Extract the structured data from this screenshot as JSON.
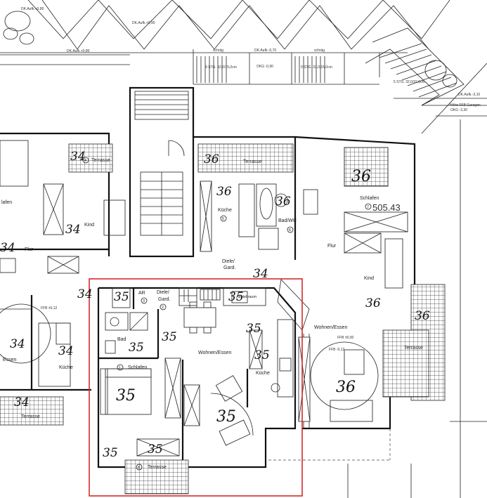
{
  "colors": {
    "highlight": "#d42a2a",
    "line": "#111111",
    "paper": "#ffffff"
  },
  "top": {
    "level_1": "DK.Aufk.+0,80",
    "level_2": "DK.Aufk.+0,90",
    "level_3": "DK.Aufk.+0,80",
    "slope_1": "schräg",
    "level_4": "DK.Aufk.-0,70",
    "slope_2": "schräg",
    "stairs_1": "9 STG. 32,0/15,0cm",
    "level_5": "OKG -0,90",
    "stairs_2": "9 STG. 32,0/15,0cm",
    "stairs_3": "5 STG. 32,0/15,0cm",
    "level_6": "DK.Aufk.-3,10",
    "level_7": "Höhe FFB Garagen",
    "level_8": "OKG -3,30"
  },
  "rooms": {
    "terrasse_a": "Terrasse",
    "terrasse_b": "Terrasse",
    "schlafen_left": "lafen",
    "kind_left": "Kind",
    "flur_left": "Flur",
    "kueche_top": "Küche",
    "bad_wc": "Bad/WC",
    "schlafen_right": "Schlafen",
    "flur_right": "Flur",
    "diele_top": "Diele/",
    "diele_top2": "Gard.",
    "kind_right": "Kind",
    "ar": "AR",
    "diele_mid": "Diele/",
    "diele_mid2": "Gard.",
    "abstellraum": "Abstellraum",
    "bad_mid": "Bad",
    "schlafen_mid": "Schlafen",
    "wohnen_mid": "Wohnen/Essen",
    "kueche_mid": "Küche",
    "terrasse_mid": "Terrasse",
    "wohnen_right": "Wohnen/Essen",
    "terrasse_right": "Terrasse",
    "kueche_left": "Küche",
    "essen_left": "Essen",
    "terrasse_left": "Terrasse",
    "ffb_left": "FFB ±0,12",
    "ffb_right": "FFB ±0,00",
    "ffb_right2": "FFB -0,12"
  },
  "unit_marks": {
    "m34_a": "34",
    "m34_b": "34",
    "m34_c": "34",
    "m34_d": "34",
    "m34_e": "34",
    "m34_f": "34",
    "m34_g": "34",
    "m34_h": "34",
    "m35_a": "35",
    "m35_b": "35",
    "m35_c": "35",
    "m35_d": "35",
    "m35_e": "35",
    "m35_f": "35",
    "m35_g": "35",
    "m35_h": "35",
    "m35_i": "35",
    "m35_j": "35",
    "m36_a": "36",
    "m36_b": "36",
    "m36_c": "36",
    "m36_d": "36",
    "m36_e": "36",
    "m36_f": "36",
    "m36_g": "36"
  },
  "area_note": "505.43",
  "room_numbers": {
    "n1": "4",
    "n2": "5",
    "n3": "6",
    "n4": "7",
    "n5": "3",
    "n6": "2",
    "n7": "1",
    "n8": "8"
  }
}
